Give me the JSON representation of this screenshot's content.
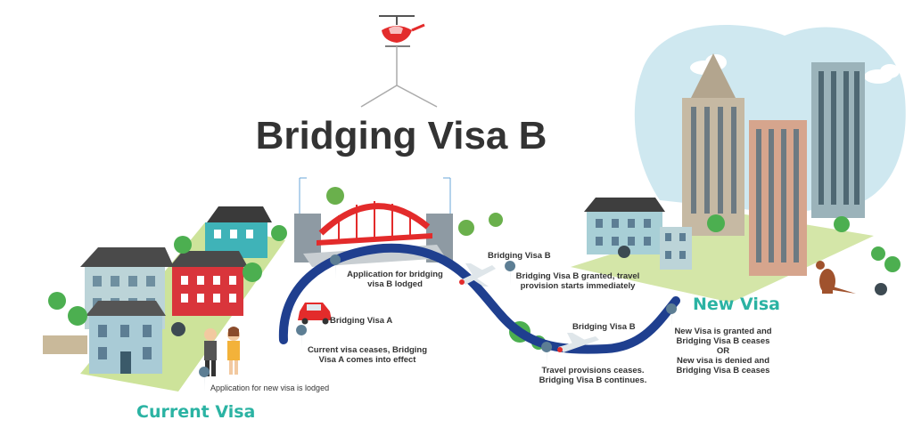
{
  "title": "Bridging Visa B",
  "labels": {
    "current_visa": "Current Visa",
    "new_visa": "New Visa"
  },
  "timeline": {
    "app_new_visa": "Application for new visa is lodged",
    "current_ceases": "Current visa ceases, Bridging Visa A comes into effect",
    "bridging_a": "Bridging Visa A",
    "app_bvb": "Application for bridging visa B lodged",
    "bridging_b_1": "Bridging Visa B",
    "bvb_granted": "Bridging Visa B granted, travel provision starts immediately",
    "bridging_b_2": "Bridging Visa B",
    "travel_ceases": "Travel provisions ceases. Bridging Visa B continues.",
    "outcome_1": "New Visa is granted and Bridging Visa B ceases",
    "outcome_or": "OR",
    "outcome_2": "New visa is denied and Bridging Visa B ceases"
  },
  "colors": {
    "path": "#1f3f8f",
    "title": "#333333",
    "accent": "#2bb3a3",
    "bridge": "#e32b2b",
    "pin": "#5d7e94"
  }
}
